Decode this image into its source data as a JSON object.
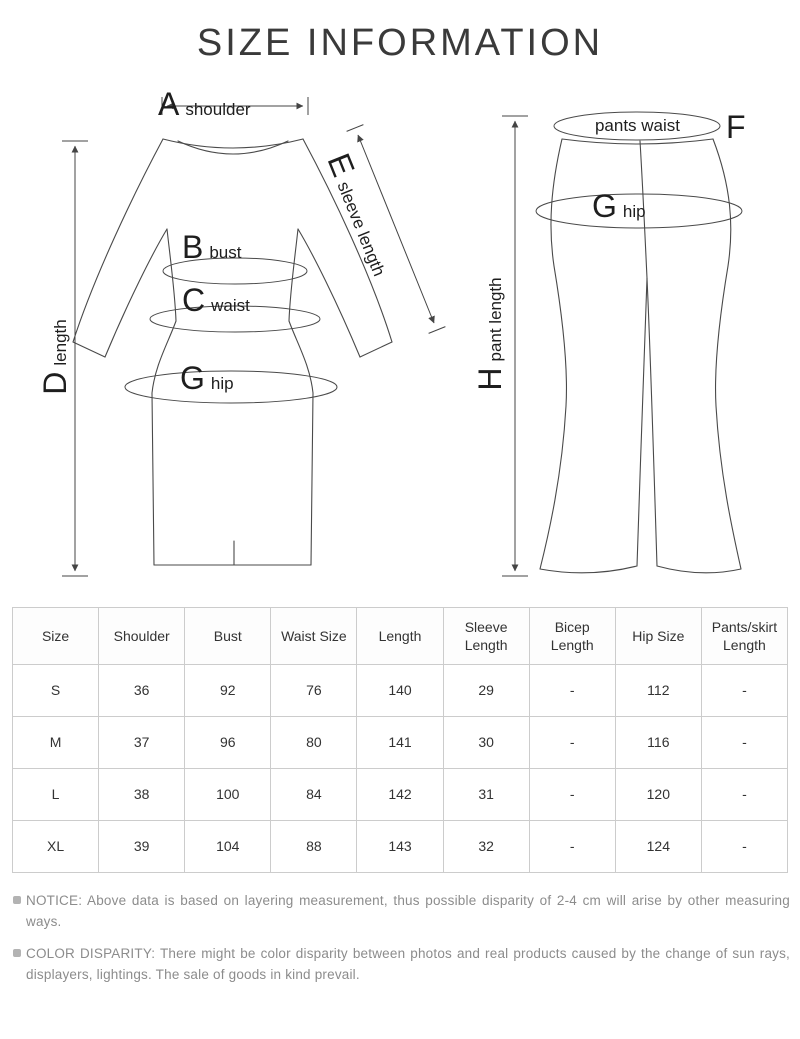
{
  "title": "SIZE INFORMATION",
  "diagram": {
    "dress": {
      "shoulder_letter": "A",
      "shoulder_word": "shoulder",
      "bust_letter": "B",
      "bust_word": "bust",
      "waist_letter": "C",
      "waist_word": "waist",
      "length_letter": "D",
      "length_word": "length",
      "sleeve_letter": "E",
      "sleeve_word": "sleeve length",
      "hip_letter": "G",
      "hip_word": "hip"
    },
    "pants": {
      "waist_word": "pants waist",
      "waist_letter": "F",
      "hip_letter": "G",
      "hip_word": "hip",
      "length_letter": "H",
      "length_word": "pant length"
    }
  },
  "table": {
    "headers": [
      "Size",
      "Shoulder",
      "Bust",
      "Waist Size",
      "Length",
      "Sleeve Length",
      "Bicep Length",
      "Hip Size",
      "Pants/skirt Length"
    ],
    "rows": [
      [
        "S",
        "36",
        "92",
        "76",
        "140",
        "29",
        "-",
        "112",
        "-"
      ],
      [
        "M",
        "37",
        "96",
        "80",
        "141",
        "30",
        "-",
        "116",
        "-"
      ],
      [
        "L",
        "38",
        "100",
        "84",
        "142",
        "31",
        "-",
        "120",
        "-"
      ],
      [
        "XL",
        "39",
        "104",
        "88",
        "143",
        "32",
        "-",
        "124",
        "-"
      ]
    ]
  },
  "notes": [
    {
      "label": "NOTICE:",
      "text": "Above data is based on layering measurement, thus possible disparity of 2-4 cm will arise by other measuring ways."
    },
    {
      "label": "COLOR DISPARITY:",
      "text": "There might be color disparity between photos and real products caused by the change of sun rays, displayers, lightings. The sale of goods in kind prevail."
    }
  ]
}
